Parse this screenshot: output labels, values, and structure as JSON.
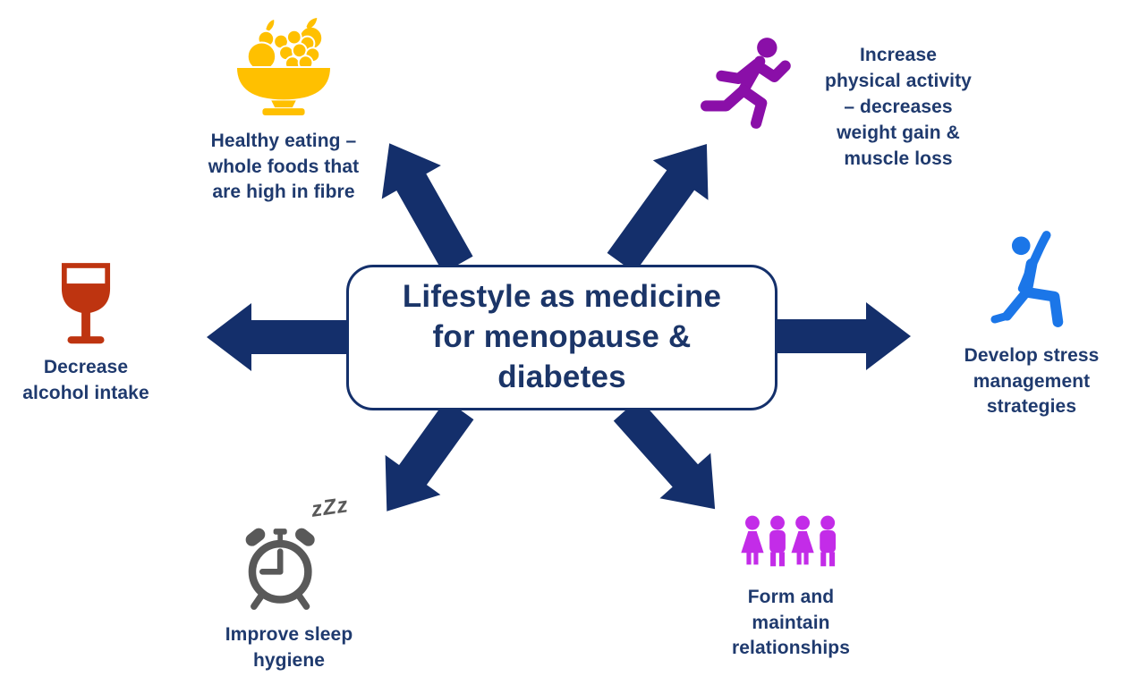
{
  "title": {
    "text": "Lifestyle as medicine for menopause & diabetes",
    "lines": [
      "Lifestyle as medicine",
      "for menopause &",
      "diabetes"
    ]
  },
  "colors": {
    "arrow_navy": "#142f6b",
    "text_navy": "#1f3a6e",
    "fruit_gold": "#ffc000",
    "runner_purple": "#8a0fa8",
    "stretch_blue": "#1b76e8",
    "people_magenta": "#c32ce8",
    "clock_gray": "#595959",
    "wine_red": "#be3410"
  },
  "nodes": [
    {
      "id": "healthy-eating",
      "icon": "fruit-bowl-icon",
      "label": "Healthy eating – whole foods that are high in fibre",
      "label_lines": [
        "Healthy eating –",
        "whole foods that",
        "are high in fibre"
      ]
    },
    {
      "id": "physical-activity",
      "icon": "running-person-icon",
      "label": "Increase physical activity – decreases weight gain & muscle loss",
      "label_lines": [
        "Increase",
        "physical activity",
        "– decreases",
        "weight gain &",
        "muscle loss"
      ]
    },
    {
      "id": "stress-management",
      "icon": "stretching-person-icon",
      "label": "Develop stress management strategies",
      "label_lines": [
        "Develop stress",
        "management",
        "strategies"
      ]
    },
    {
      "id": "relationships",
      "icon": "people-group-icon",
      "label": "Form and maintain relationships",
      "label_lines": [
        "Form and",
        "maintain",
        "relationships"
      ]
    },
    {
      "id": "sleep-hygiene",
      "icon": "alarm-clock-icon",
      "icon_text": "zZz",
      "label": "Improve sleep hygiene",
      "label_lines": [
        "Improve sleep",
        "hygiene"
      ]
    },
    {
      "id": "alcohol-intake",
      "icon": "wine-glass-icon",
      "label": "Decrease alcohol intake",
      "label_lines": [
        "Decrease",
        "alcohol intake"
      ]
    }
  ]
}
